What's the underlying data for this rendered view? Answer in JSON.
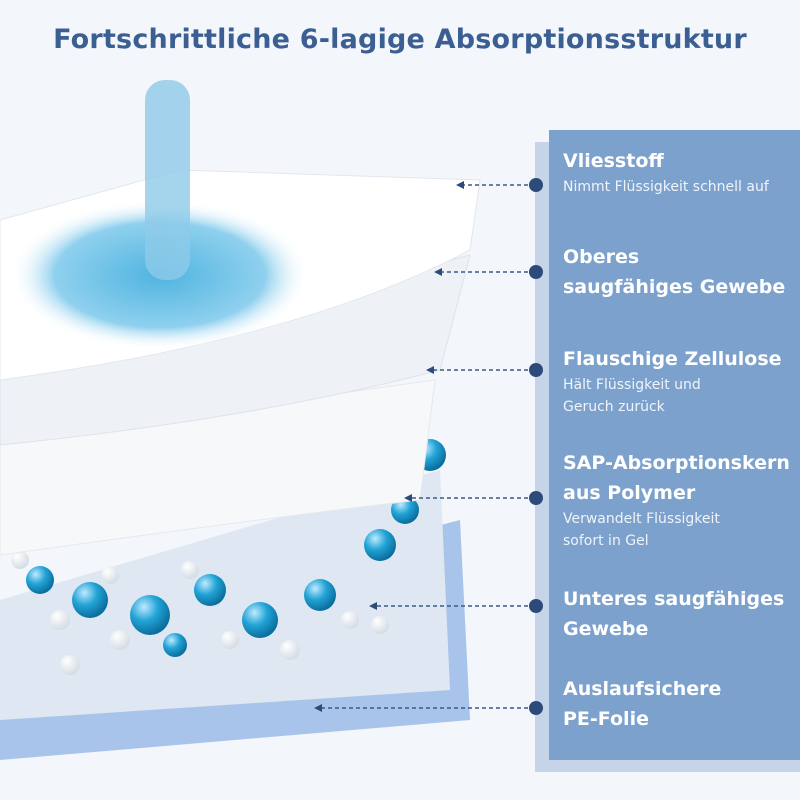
{
  "title": "Fortschrittliche 6-lagige Absorptionsstruktur",
  "colors": {
    "title": "#3b5f92",
    "panel": "#7ca1cc",
    "dot": "#2c4b7a"
  },
  "layers": [
    {
      "heading": "Vliesstoff",
      "desc": "Nimmt Flüssigkeit schnell auf"
    },
    {
      "heading": "Oberes saugfähiges Gewebe",
      "heading_lines": [
        "Oberes",
        "saugfähiges Gewebe"
      ]
    },
    {
      "heading": "Flauschige Zellulose",
      "desc_lines": [
        "Hält Flüssigkeit und",
        "Geruch zurück"
      ]
    },
    {
      "heading_lines": [
        "SAP-Absorptionskern",
        "aus Polymer"
      ],
      "desc_lines": [
        "Verwandelt Flüssigkeit",
        "sofort in Gel"
      ]
    },
    {
      "heading_lines": [
        "Unteres saugfähiges",
        "Gewebe"
      ]
    },
    {
      "heading_lines": [
        "Auslaufsichere",
        "PE-Folie"
      ]
    }
  ]
}
